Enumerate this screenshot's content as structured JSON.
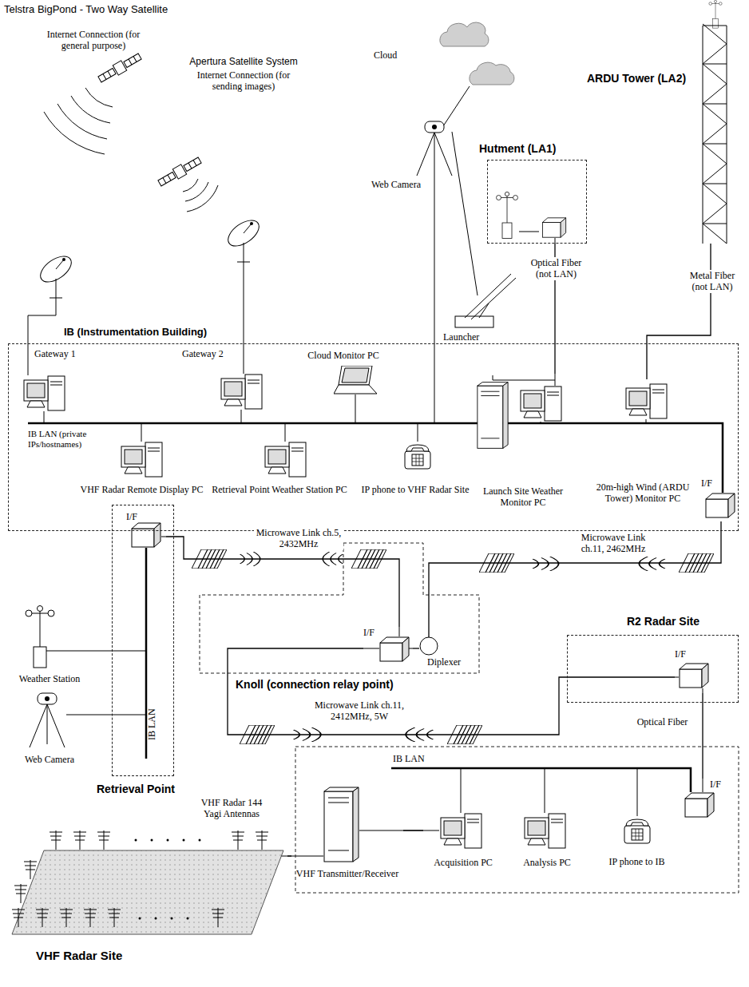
{
  "diagram": {
    "nodes": [
      {
        "text": [
          "Telstra BigPond - Two Way Satellite",
          "Internet Connection (for general purpose)"
        ]
      },
      {
        "text": [
          "Apertura Satellite System",
          "Internet Connection (for sending images)"
        ]
      },
      {
        "text": [
          "Web Camera"
        ]
      },
      {
        "text": [
          "Hutment (LA1)"
        ]
      },
      {
        "text": [
          "ARDU Tower (LA2)"
        ]
      },
      {
        "text": [
          "IB (Instrumentation Building)"
        ]
      },
      {
        "text": [
          "Gateway 1"
        ],
        "in": 5
      },
      {
        "text": [
          "Gateway 2"
        ],
        "in": 5
      },
      {
        "text": [
          "Cloud Monitor PC"
        ],
        "in": 5
      },
      {
        "text": [
          "Launch Site Weather Monitor PC"
        ],
        "in": 5
      },
      {
        "text": [
          "20m-high Wind (ARDU Tower) Monitor PC"
        ],
        "in": 5
      },
      {
        "text": [
          "VHF Radar Remote Display PC"
        ],
        "in": 5
      },
      {
        "text": [
          "Retrieval Point Weather Station PC"
        ],
        "in": 5
      },
      {
        "text": [
          "IP phone to VHF Radar Site"
        ],
        "in": 5
      },
      {
        "text": [
          "I/F"
        ],
        "in": 5
      },
      {
        "text": [
          "Retrieval Point"
        ]
      },
      {
        "text": [
          "I/F"
        ],
        "in": 15
      },
      {
        "text": [
          "Weather Station"
        ]
      },
      {
        "text": [
          "Web Camera"
        ]
      },
      {
        "text": [
          "Knoll (connection relay point)"
        ]
      },
      {
        "text": [
          "I/F"
        ],
        "in": 19
      },
      {
        "text": [
          "Diplexer"
        ],
        "in": 19
      },
      {
        "text": [
          "R2 Radar Site"
        ]
      },
      {
        "text": [
          "I/F"
        ],
        "in": 22
      },
      {
        "text": [
          "VHF Radar 144 Yagi Antennas"
        ]
      },
      {
        "text": [
          "VHF Transmitter/Receiver"
        ]
      },
      {
        "text": [
          "Acquisition PC"
        ]
      },
      {
        "text": [
          "Analysis PC"
        ]
      },
      {
        "text": [
          "IP phone to IB"
        ]
      },
      {
        "text": [
          "I/F"
        ]
      }
    ],
    "edges": [
      {
        "from": 3,
        "to": 9,
        "arrow": "none",
        "label": "Optical Fiber (not LAN)"
      },
      {
        "from": 4,
        "to": 10,
        "arrow": "none",
        "label": "Metal Fiber (not LAN)"
      },
      {
        "from": 14,
        "to": 21,
        "arrow": "none",
        "label": "Microwave Link ch.11, 2462MHz"
      },
      {
        "from": 16,
        "to": 20,
        "arrow": "none",
        "label": "Microwave Link ch.5, 2432MHz"
      },
      {
        "from": 20,
        "to": 21,
        "arrow": "none"
      },
      {
        "from": 20,
        "to": 23,
        "arrow": "none",
        "label": "Microwave Link ch.11, 2412MHz, 5W"
      },
      {
        "from": 23,
        "to": 29,
        "arrow": "none",
        "label": "Optical Fiber"
      },
      {
        "from": 24,
        "to": 25,
        "arrow": "none"
      },
      {
        "from": 25,
        "to": 26,
        "arrow": "none"
      }
    ],
    "labels": [
      "Cloud",
      "Launcher",
      "IB LAN (private IPs/hostnames)",
      "IB LAN",
      "IB LAN",
      "VHF Radar Site"
    ]
  }
}
